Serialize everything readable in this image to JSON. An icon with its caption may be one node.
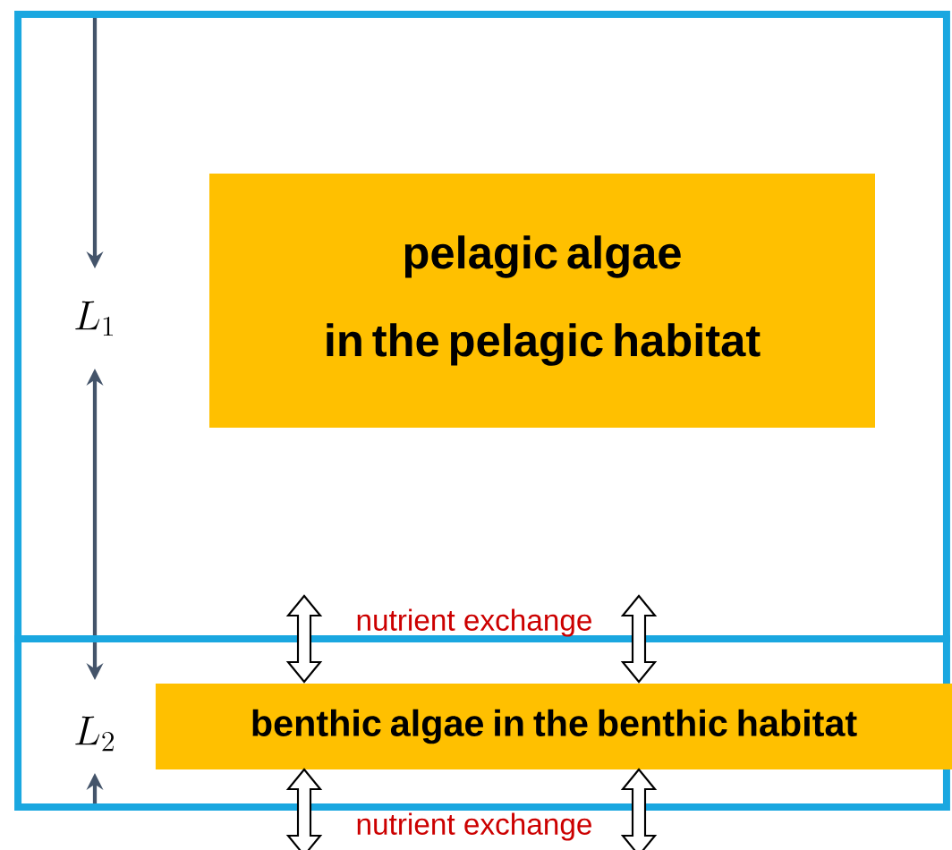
{
  "diagram": {
    "nodes": [
      {
        "text": [],
        "shape": "box"
      },
      {
        "text": [
          "pelagic algae",
          "in the pelagic habitat"
        ],
        "in": 0
      },
      {
        "text": [],
        "shape": "box"
      },
      {
        "text": [
          "benthic algae in the benthic habitat"
        ],
        "in": 2
      }
    ],
    "labels": [
      "L_1",
      "nutrient exchange",
      "L_2",
      "nutrient exchange"
    ]
  }
}
